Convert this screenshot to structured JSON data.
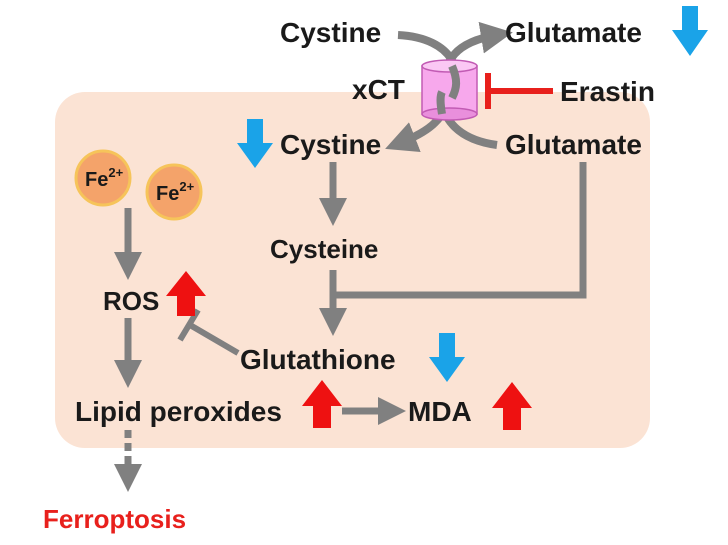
{
  "outside": {
    "cystine": "Cystine",
    "glutamate": "Glutamate",
    "xct": "xCT",
    "erastin": "Erastin"
  },
  "inside": {
    "cystine": "Cystine",
    "glutamate": "Glutamate",
    "cysteine": "Cysteine",
    "glutathione": "Glutathione",
    "ros": "ROS",
    "lipid_peroxides": "Lipid peroxides",
    "mda": "MDA"
  },
  "iron": {
    "label": "Fe",
    "charge": "2+"
  },
  "outcome": {
    "label": "Ferroptosis"
  },
  "changes": {
    "glutamate_outside": "down",
    "cystine_inside": "down",
    "ros": "up",
    "glutathione": "down",
    "lipid_peroxides": "up",
    "mda": "up"
  },
  "colors": {
    "cell_fill": "#fbe3d4",
    "arrow_gray": "#808080",
    "inhibit_red": "#e8201c",
    "up_red": "#ee1111",
    "down_blue": "#1aa3e8",
    "transporter_pink": "#f7a8ec",
    "fe_fill": "#f4a36a",
    "fe_ring": "#f6c45a",
    "ferroptosis_red": "#e8201c"
  },
  "icons": {
    "up": "red-up-arrow",
    "down": "blue-down-arrow",
    "transporter": "xct-channel"
  }
}
